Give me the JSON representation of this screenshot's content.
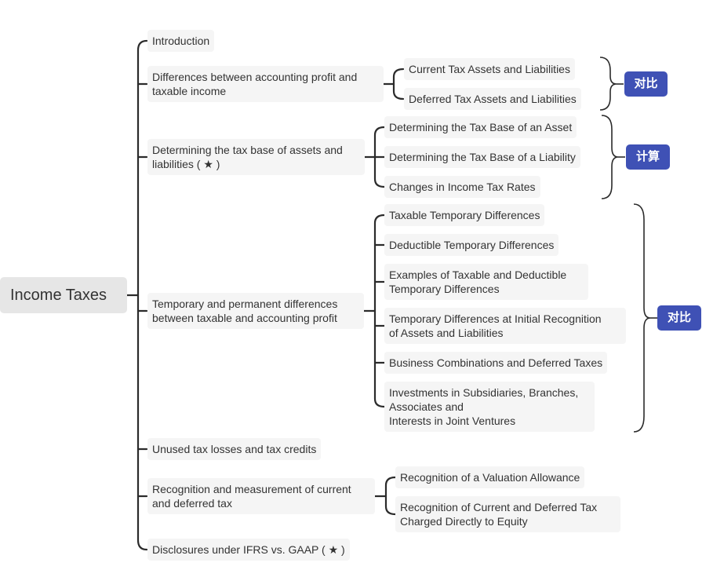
{
  "root": {
    "label": "Income Taxes"
  },
  "topics": [
    {
      "label": "Introduction"
    },
    {
      "label": "Differences between accounting profit and\ntaxable income",
      "children": [
        {
          "label": "Current Tax Assets and Liabilities"
        },
        {
          "label": "Deferred Tax Assets and Liabilities"
        }
      ]
    },
    {
      "label": "Determining the tax base of assets and\nliabilities ( ★ )",
      "children": [
        {
          "label": "Determining the Tax Base of an Asset"
        },
        {
          "label": "Determining the Tax Base of a Liability"
        },
        {
          "label": "Changes in Income Tax Rates"
        }
      ]
    },
    {
      "label": "Temporary and permanent differences\nbetween taxable and accounting profit",
      "children": [
        {
          "label": "Taxable Temporary Differences"
        },
        {
          "label": "Deductible Temporary Differences"
        },
        {
          "label": "Examples of Taxable and Deductible\nTemporary Differences"
        },
        {
          "label": "Temporary Differences at Initial Recognition\nof Assets and Liabilities"
        },
        {
          "label": "Business Combinations and Deferred Taxes"
        },
        {
          "label": "Investments in Subsidiaries, Branches,\nAssociates and\nInterests in Joint Ventures"
        }
      ]
    },
    {
      "label": "Unused tax losses and tax credits"
    },
    {
      "label": "Recognition and measurement of current\nand deferred tax",
      "children": [
        {
          "label": "Recognition of a Valuation Allowance"
        },
        {
          "label": "Recognition of Current and Deferred Tax\nCharged Directly to Equity"
        }
      ]
    },
    {
      "label": "Disclosures under IFRS vs. GAAP ( ★ )"
    }
  ],
  "summaries": [
    {
      "label": "对比"
    },
    {
      "label": "计算"
    },
    {
      "label": "对比"
    }
  ],
  "colors": {
    "tag": "#3f51b5",
    "line": "#2b2b2b",
    "node": "#f5f5f5",
    "root": "#e6e6e6"
  }
}
